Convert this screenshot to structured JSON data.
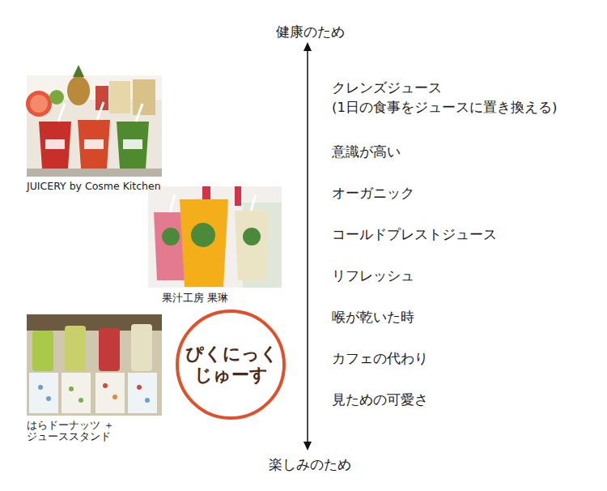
{
  "diagram": {
    "nodes": [
      {
        "text": [
          "ぴくにっく じゅーす"
        ]
      }
    ],
    "labels": [
      "健康のため",
      "クレンズジュース (1日の食事をジュースに置き換える)",
      "意識が高い",
      "オーガニック",
      "コールドプレストジュース",
      "リフレッシュ",
      "喉が乾いた時",
      "カフェの代わり",
      "見ための可愛さ",
      "楽しみのため",
      "JUICERY by Cosme Kitchen",
      "果汁工房 果琳",
      "はらドーナッツ ＋ジューススタンド"
    ]
  }
}
